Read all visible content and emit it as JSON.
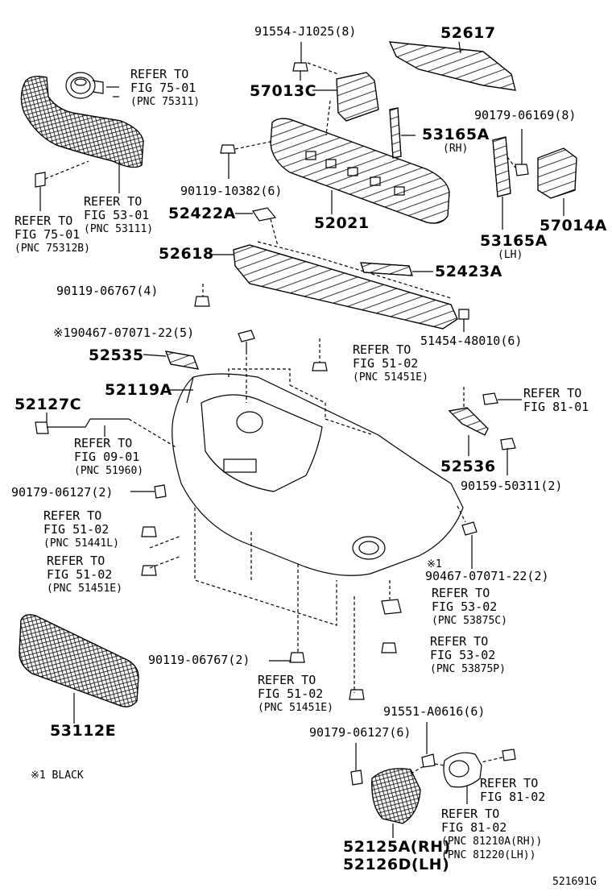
{
  "parts": {
    "p91554": "91554-J1025(8)",
    "p52617": "52617",
    "p57013C": "57013C",
    "p90179_06169": "90179-06169(8)",
    "p53165A_rh": "53165A",
    "rh_note": "(RH)",
    "p90119_10382": "90119-10382(6)",
    "p52422A": "52422A",
    "p52021": "52021",
    "p57014A": "57014A",
    "p53165A_lh": "53165A",
    "lh_note": "(LH)",
    "p52618": "52618",
    "p52423A": "52423A",
    "p90119_06767_4": "90119-06767(4)",
    "p90467_5": "※190467-07071-22(5)",
    "p51454": "51454-48010(6)",
    "p52535": "52535",
    "p52119A": "52119A",
    "p52127C": "52127C",
    "p52536": "52536",
    "p90159": "90159-50311(2)",
    "p90179_06127_2": "90179-06127(2)",
    "mark1": "※1",
    "p90467_2": "90467-07071-22(2)",
    "p90119_06767_2": "90119-06767(2)",
    "p53112E": "53112E",
    "p91551": "91551-A0616(6)",
    "p90179_06127_6": "90179-06127(6)",
    "p52125A": "52125A(RH)",
    "p52126D": "52126D(LH)"
  },
  "refs": {
    "r1": {
      "l1": "REFER TO",
      "l2": "FIG 75-01",
      "l3": "(PNC 75311)"
    },
    "r2": {
      "l1": "REFER TO",
      "l2": "FIG 53-01",
      "l3": "(PNC 53111)"
    },
    "r3": {
      "l1": "REFER TO",
      "l2": "FIG 75-01",
      "l3": "(PNC 75312B)"
    },
    "r4": {
      "l1": "REFER TO",
      "l2": "FIG 51-02",
      "l3": "(PNC 51451E)"
    },
    "r5": {
      "l1": "REFER TO",
      "l2": "FIG 81-01"
    },
    "r6": {
      "l1": "REFER TO",
      "l2": "FIG 09-01",
      "l3": "(PNC 51960)"
    },
    "r7": {
      "l1": "REFER TO",
      "l2": "FIG 51-02",
      "l3": "(PNC 51441L)"
    },
    "r8": {
      "l1": "REFER TO",
      "l2": "FIG 51-02",
      "l3": "(PNC 51451E)"
    },
    "r9": {
      "l1": "REFER TO",
      "l2": "FIG 53-02",
      "l3": "(PNC 53875C)"
    },
    "r10": {
      "l1": "REFER TO",
      "l2": "FIG 53-02",
      "l3": "(PNC 53875P)"
    },
    "r11": {
      "l1": "REFER TO",
      "l2": "FIG 51-02",
      "l3": "(PNC 51451E)"
    },
    "r12": {
      "l1": "REFER TO",
      "l2": "FIG 81-02"
    },
    "r13": {
      "l1": "REFER TO",
      "l2": "FIG 81-02",
      "l3": "(PNC 81210A(RH))",
      "l4": "(PNC 81220(LH))"
    }
  },
  "legend_note": "※1 BLACK",
  "figure_id": "521691G"
}
